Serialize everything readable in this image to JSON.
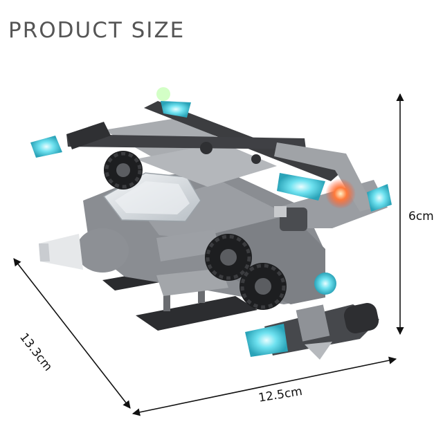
{
  "page": {
    "title": "PRODUCT SIZE"
  },
  "dimensions": {
    "height": "6cm",
    "width": "12.5cm",
    "depth": "13.3cm"
  },
  "product_image": {
    "subject": "building-block helicopter toy",
    "colors": {
      "body_gray": "#8a8d92",
      "light_gray": "#b7b9bd",
      "dark_gray": "#3c3d40",
      "canopy": "#dfe4e8",
      "cyan_light": "#5ad6e8",
      "red_light": "#ff5a2a"
    }
  }
}
